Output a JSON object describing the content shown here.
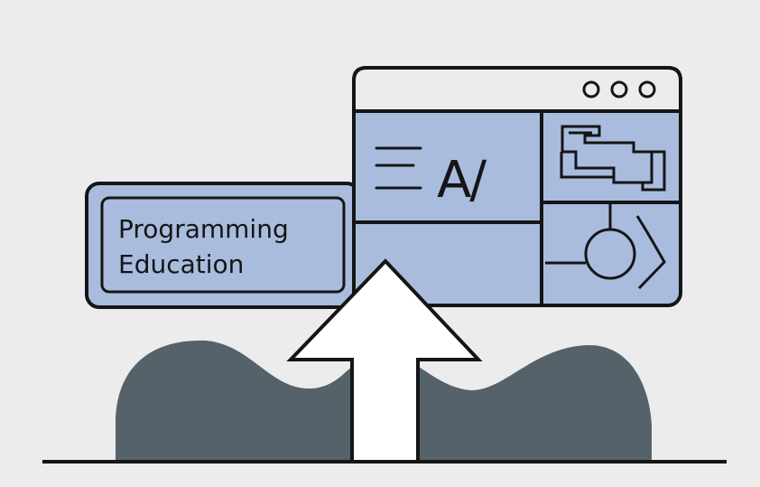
{
  "label_card": {
    "line1": "Programming",
    "line2": "Education"
  },
  "window": {
    "ai_heading": "A/"
  },
  "colors": {
    "background": "#ececec",
    "panel_fill": "#a9bcde",
    "stroke": "#151515",
    "hill": "#55626a",
    "arrow": "#ffffff"
  }
}
